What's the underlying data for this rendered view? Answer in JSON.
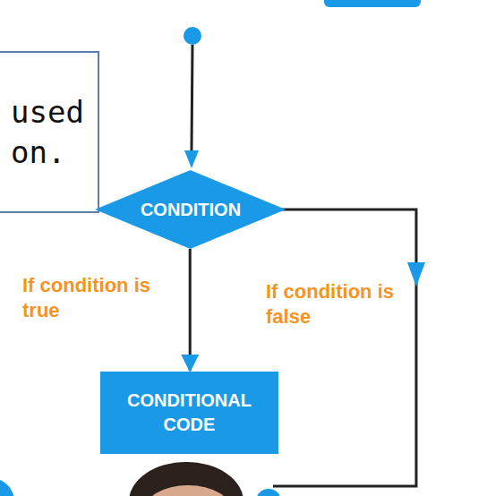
{
  "diagram": {
    "nodes": [
      {
        "text": [
          "used on."
        ]
      },
      {
        "text": [
          "CONDITION"
        ]
      },
      {
        "text": [
          "CONDITIONAL CODE"
        ]
      }
    ],
    "edges": [
      {
        "from": 1,
        "to": 2,
        "arrow": "to"
      }
    ],
    "labels": [
      "If condition is true",
      "If condition is false"
    ]
  }
}
